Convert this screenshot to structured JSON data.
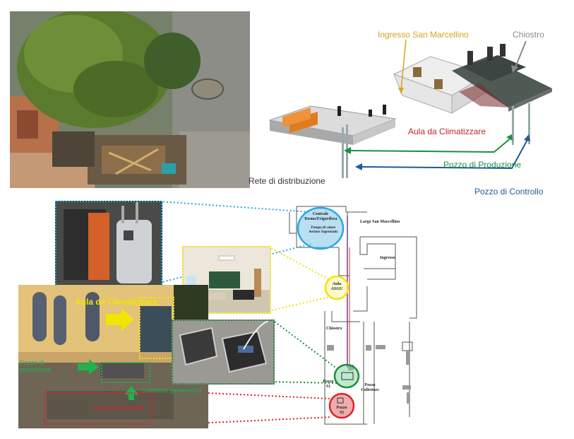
{
  "labels": {
    "ingresso": "Ingresso San Marcellino",
    "chiostro": "Chiostro",
    "aula_3d": "Aula da Climatizzare",
    "rete": "Rete di distribuzione",
    "pozzo_produzione": "Pozzo di Produzione",
    "pozzo_controllo": "Pozzo di Controllo"
  },
  "photo_labels": {
    "aula": "Aula da Climatizzare",
    "pozzo_produzione": "Pozzo di produzione",
    "collettore": "Collettore geotermico",
    "pozzo_controllo": "Pozzo di controllo"
  },
  "plan": {
    "centrale": "Centrale Termo/Frigorifera",
    "pompa": "Pompa di calore Aermec Ingermatic",
    "largo": "Largo San Marcellino",
    "ingresso": "Ingresso",
    "aula": "Aula ASGU",
    "chiostro": "Chiostro",
    "pozzo_s1": "Pozzo S1",
    "pozzo_collettore": "Pozzo Collettore",
    "pozzo_s2": "Pozzo S2"
  },
  "colors": {
    "gold": "#D9A21E",
    "red": "#B8282E",
    "green": "#1E8E3E",
    "blue": "#1F5A96",
    "cyan": "#29A8DF",
    "yellow": "#F2E500",
    "photo_green": "#22B24C",
    "photo_red": "#E0202A"
  }
}
